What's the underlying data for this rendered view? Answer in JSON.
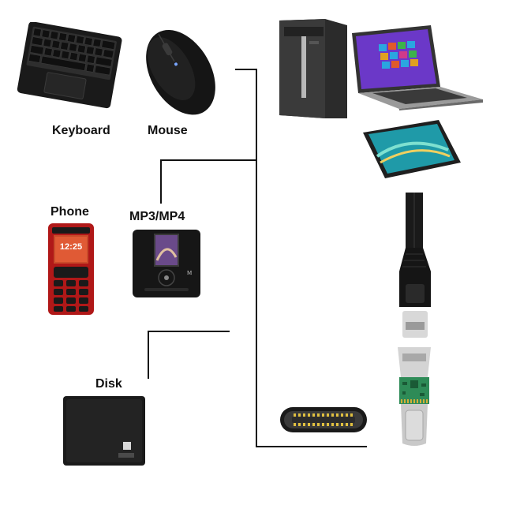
{
  "labels": {
    "keyboard": "Keyboard",
    "mouse": "Mouse",
    "phone": "Phone",
    "mp3": "MP3/MP4",
    "disk": "Disk"
  },
  "icons": {
    "keyboard": "keyboard-icon",
    "mouse": "mouse-icon",
    "phone": "phone-icon",
    "mp3": "mp3-player-icon",
    "disk": "disk-icon",
    "desktop": "desktop-tower-icon",
    "laptop": "laptop-icon",
    "tablet": "tablet-icon",
    "cable": "micro-usb-cable-icon",
    "adapter": "usb-c-adapter-icon",
    "port": "usb-c-port-icon"
  },
  "colors": {
    "device_dark": "#1c1c1c",
    "phone_red": "#b01818",
    "pcb_green": "#2e8b57",
    "connector_line": "#111111"
  }
}
